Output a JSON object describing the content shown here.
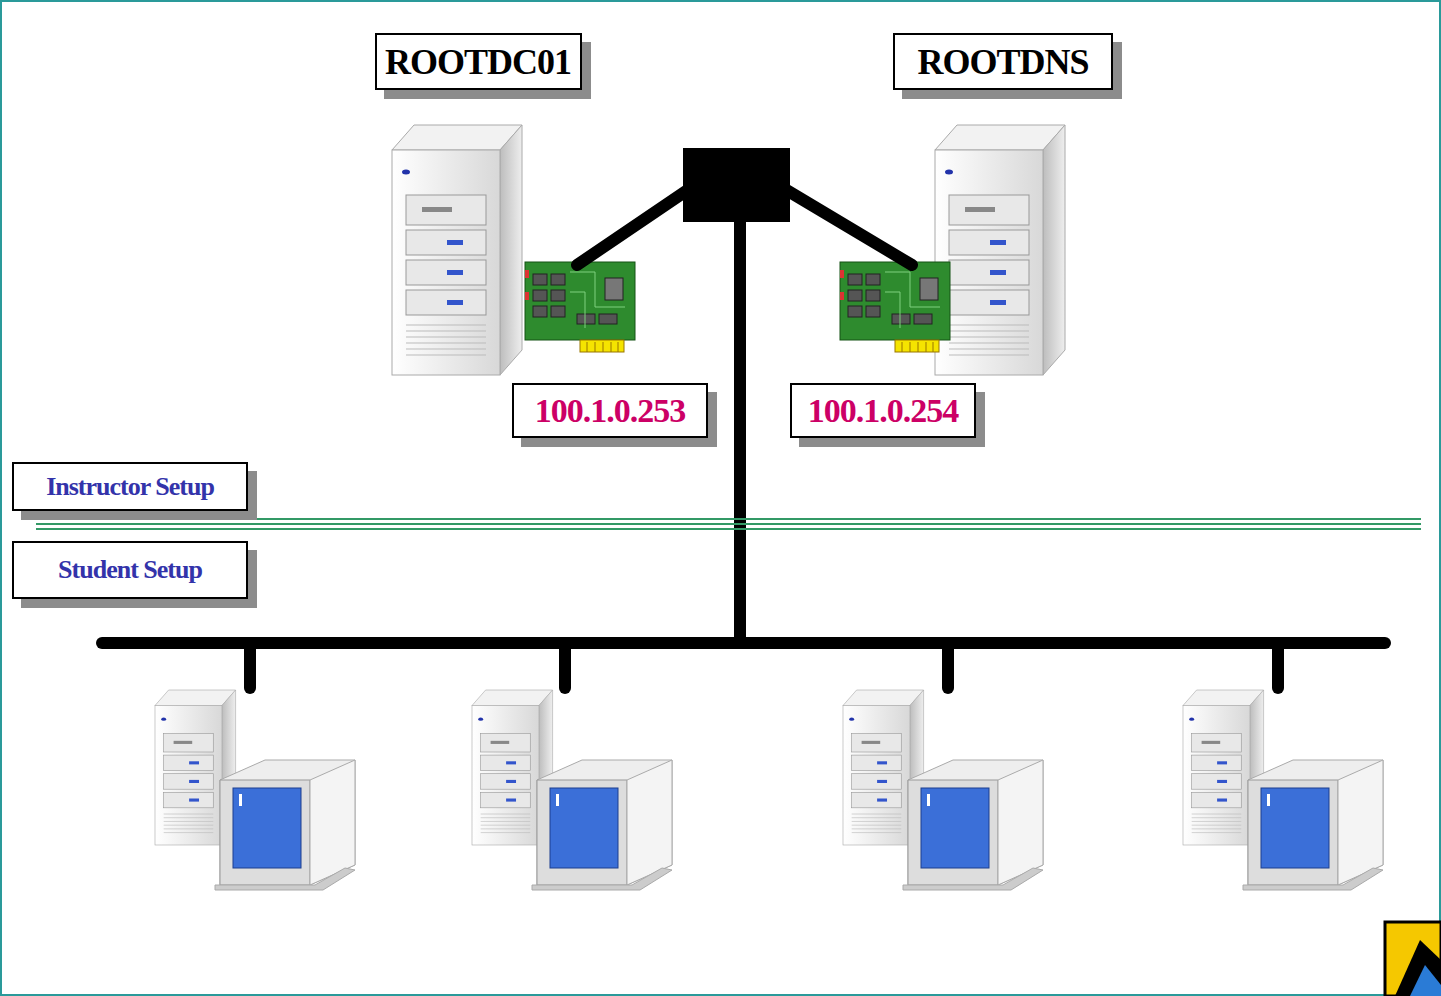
{
  "diagram": {
    "nodes": [
      {
        "text": [
          "ROOTDC01"
        ]
      },
      {
        "text": [
          "ROOTDNS"
        ]
      },
      {
        "text": [
          "100.1.0.253"
        ]
      },
      {
        "text": [
          "100.1.0.254"
        ]
      },
      {
        "text": [
          "Instructor Setup"
        ]
      },
      {
        "text": [
          "Student Setup"
        ]
      }
    ]
  }
}
